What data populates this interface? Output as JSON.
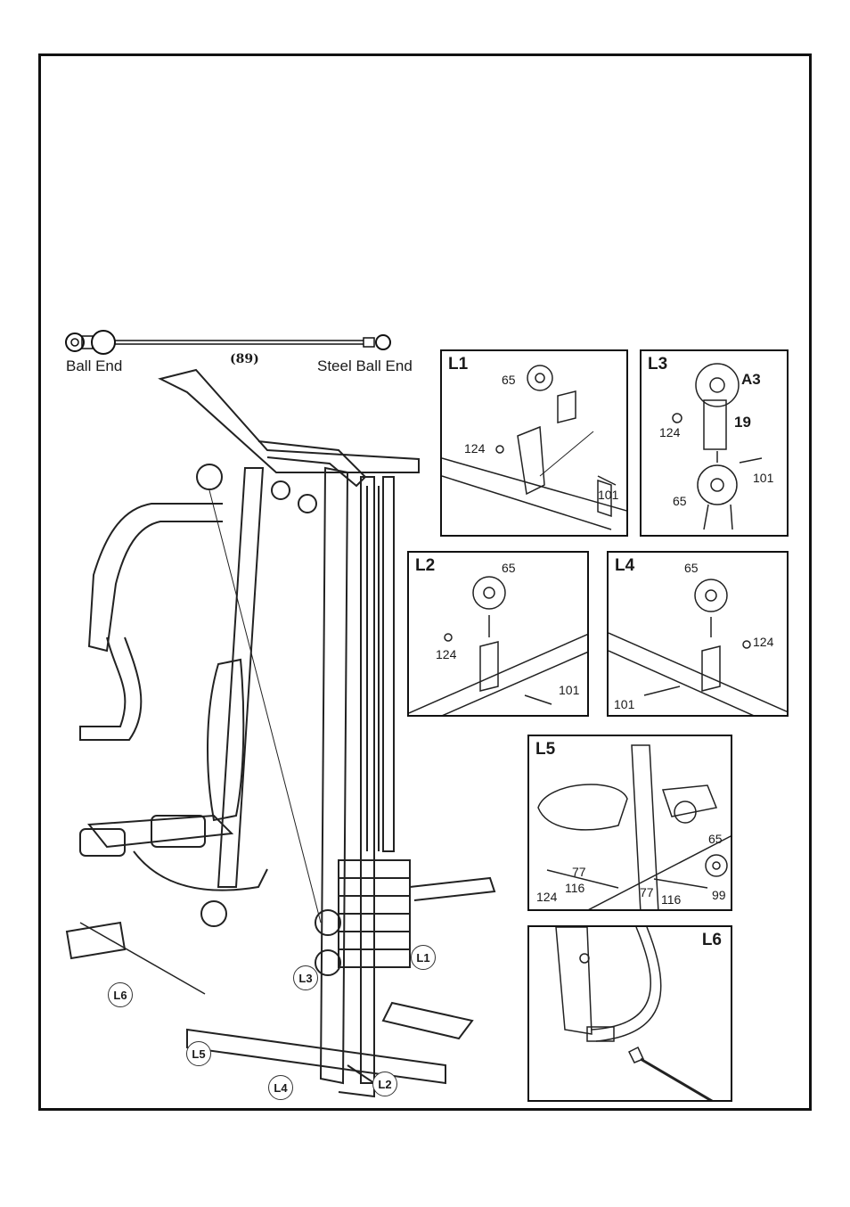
{
  "cable": {
    "ball_end": "Ball  End",
    "steel_ball_end": "Steel Ball End",
    "part_number": "(89)"
  },
  "callouts": [
    "L1",
    "L2",
    "L3",
    "L4",
    "L5",
    "L6"
  ],
  "panels": {
    "L1": {
      "title": "L1",
      "parts": [
        "65",
        "124",
        "101"
      ]
    },
    "L3": {
      "title": "L3",
      "parts": [
        "A3",
        "19",
        "124",
        "101",
        "65"
      ]
    },
    "L2": {
      "title": "L2",
      "parts": [
        "65",
        "124",
        "101"
      ]
    },
    "L4": {
      "title": "L4",
      "parts": [
        "65",
        "124",
        "101"
      ]
    },
    "L5": {
      "title": "L5",
      "parts": [
        "65",
        "77",
        "116",
        "124",
        "77",
        "116",
        "99"
      ]
    },
    "L6": {
      "title": "L6"
    }
  }
}
